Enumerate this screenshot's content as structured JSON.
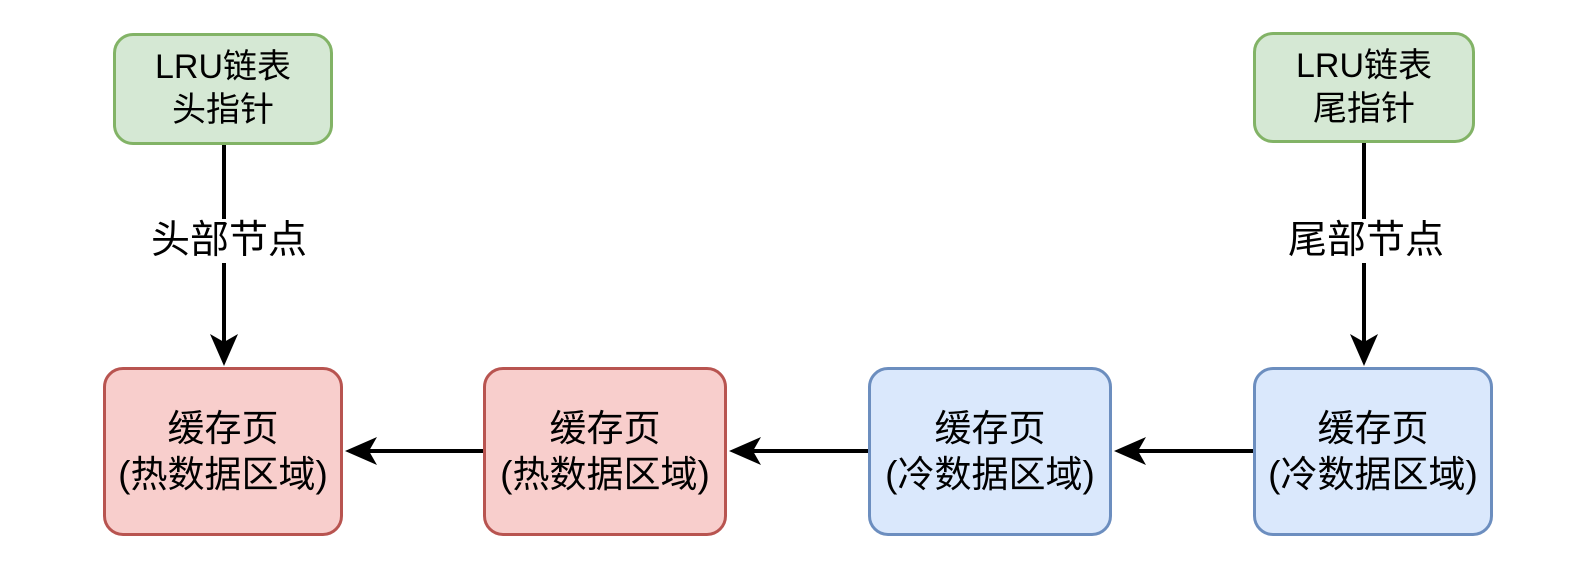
{
  "diagram": {
    "nodes": {
      "head_pointer": {
        "lines": [
          "LRU链表",
          "头指针"
        ]
      },
      "tail_pointer": {
        "lines": [
          "LRU链表",
          "尾指针"
        ]
      },
      "hot_page_1": {
        "lines": [
          "缓存页",
          "(热数据区域)"
        ]
      },
      "hot_page_2": {
        "lines": [
          "缓存页",
          "(热数据区域)"
        ]
      },
      "cold_page_1": {
        "lines": [
          "缓存页",
          "(冷数据区域)"
        ]
      },
      "cold_page_2": {
        "lines": [
          "缓存页",
          "(冷数据区域)"
        ]
      }
    },
    "edge_labels": {
      "head_node": "头部节点",
      "tail_node": "尾部节点"
    },
    "colors": {
      "green_fill": "#d5e8d4",
      "green_stroke": "#82b366",
      "red_fill": "#f8cecc",
      "red_stroke": "#b85450",
      "blue_fill": "#dae8fc",
      "blue_stroke": "#6c8ebf",
      "arrow": "#000000"
    }
  }
}
